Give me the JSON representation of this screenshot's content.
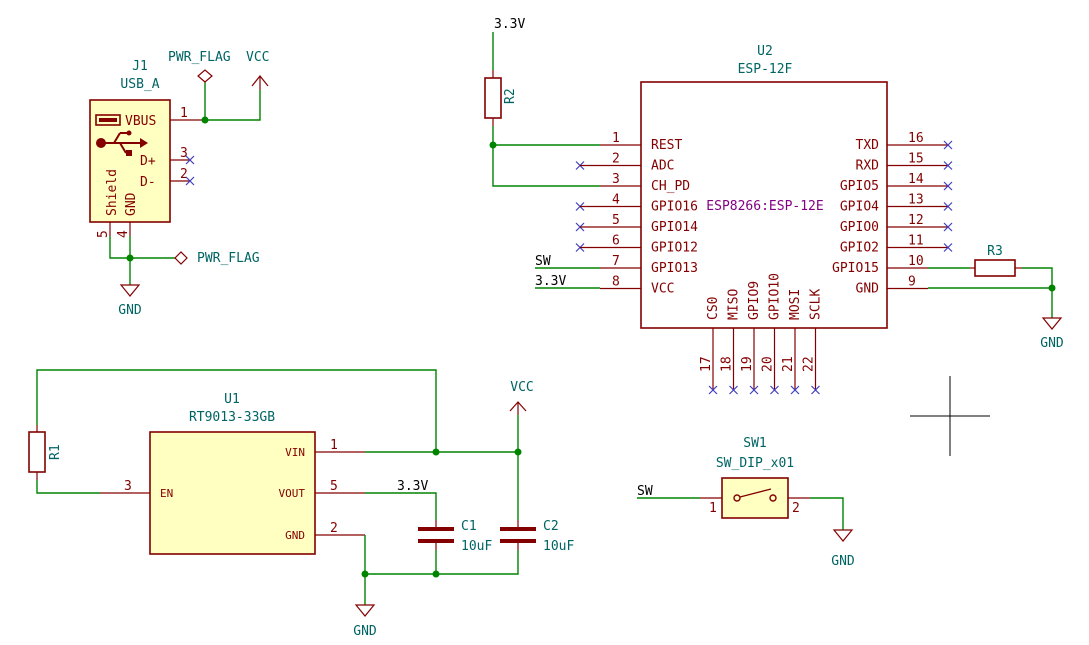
{
  "j1": {
    "ref": "J1",
    "value": "USB_A",
    "pins": {
      "vbus": "VBUS",
      "dp": "D+",
      "dm": "D-",
      "shield": "Shield",
      "gnd": "GND"
    },
    "pinnums": {
      "vbus": "1",
      "dp": "3",
      "dm": "2",
      "shield": "5",
      "gnd": "4"
    }
  },
  "pwrflag": {
    "top": "PWR_FLAG",
    "bottom": "PWR_FLAG"
  },
  "power": {
    "vcc": "VCC",
    "gnd": "GND",
    "v33": "3.3V"
  },
  "r2": {
    "ref": "R2"
  },
  "r1": {
    "ref": "R1"
  },
  "r3": {
    "ref": "R3"
  },
  "u2": {
    "ref": "U2",
    "value": "ESP-12F",
    "footprint": "ESP8266:ESP-12E",
    "left_pins": [
      {
        "num": "1",
        "name": "REST"
      },
      {
        "num": "2",
        "name": "ADC"
      },
      {
        "num": "3",
        "name": "CH_PD"
      },
      {
        "num": "4",
        "name": "GPIO16"
      },
      {
        "num": "5",
        "name": "GPIO14"
      },
      {
        "num": "6",
        "name": "GPIO12"
      },
      {
        "num": "7",
        "name": "GPIO13"
      },
      {
        "num": "8",
        "name": "VCC"
      }
    ],
    "right_pins": [
      {
        "num": "16",
        "name": "TXD"
      },
      {
        "num": "15",
        "name": "RXD"
      },
      {
        "num": "14",
        "name": "GPIO5"
      },
      {
        "num": "13",
        "name": "GPIO4"
      },
      {
        "num": "12",
        "name": "GPIO0"
      },
      {
        "num": "11",
        "name": "GPIO2"
      },
      {
        "num": "10",
        "name": "GPIO15"
      },
      {
        "num": "9",
        "name": "GND"
      }
    ],
    "bottom_pins": [
      {
        "num": "17",
        "name": "CS0"
      },
      {
        "num": "18",
        "name": "MISO"
      },
      {
        "num": "19",
        "name": "GPIO9"
      },
      {
        "num": "20",
        "name": "GPIO10"
      },
      {
        "num": "21",
        "name": "MOSI"
      },
      {
        "num": "22",
        "name": "SCLK"
      }
    ]
  },
  "netlabels": {
    "sw_left": "SW",
    "v33_left": "3.3V",
    "sw_switch": "SW"
  },
  "u1": {
    "ref": "U1",
    "value": "RT9013-33GB",
    "pins": {
      "vin": "VIN",
      "vout": "VOUT",
      "gnd": "GND",
      "en": "EN"
    },
    "pinnums": {
      "vin": "1",
      "vout": "5",
      "gnd": "2",
      "en": "3"
    }
  },
  "c1": {
    "ref": "C1",
    "value": "10uF"
  },
  "c2": {
    "ref": "C2",
    "value": "10uF"
  },
  "sw1": {
    "ref": "SW1",
    "value": "SW_DIP_x01",
    "pin1": "1",
    "pin2": "2"
  },
  "colors": {
    "component": "#840000",
    "wire": "#008400",
    "label": "#006464",
    "body_fill": "#ffffc2",
    "no_connect": "#4040c0",
    "footprint": "#840084"
  }
}
